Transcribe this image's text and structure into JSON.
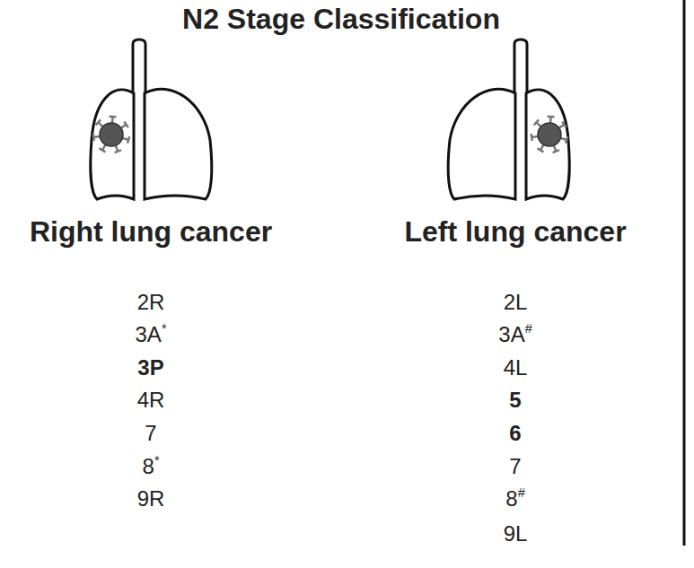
{
  "diagram": {
    "title": "N2 Stage Classification",
    "labels": [
      "Right lung cancer",
      "Left lung cancer",
      "2R",
      "3A*",
      "3P",
      "4R",
      "7",
      "8*",
      "9R",
      "2L",
      "3A#",
      "4L",
      "5",
      "6",
      "7",
      "8#",
      "9L"
    ]
  }
}
